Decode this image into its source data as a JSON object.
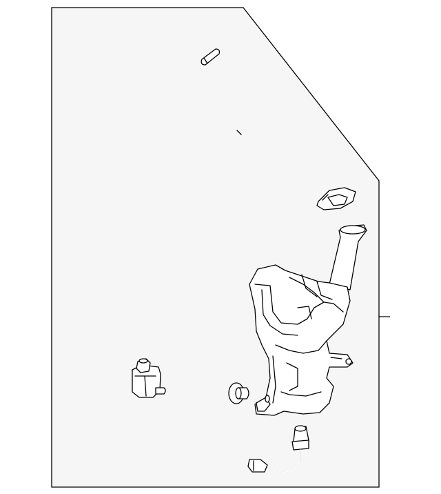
{
  "diagram": {
    "panel_fill": "#f6f6f6",
    "line_color": "#000000",
    "parts": [
      {
        "id": "hose-left",
        "icon": "hose-icon"
      },
      {
        "id": "hose-joint-connector",
        "icon": "connector-icon"
      },
      {
        "id": "hose-right",
        "icon": "hose-icon"
      },
      {
        "id": "washer-pump",
        "icon": "pump-icon"
      },
      {
        "id": "reservoir-cap",
        "icon": "cap-icon"
      },
      {
        "id": "washer-reservoir",
        "icon": "reservoir-icon"
      },
      {
        "id": "grommet",
        "icon": "grommet-icon"
      },
      {
        "id": "level-sensor",
        "icon": "sensor-icon"
      }
    ]
  }
}
